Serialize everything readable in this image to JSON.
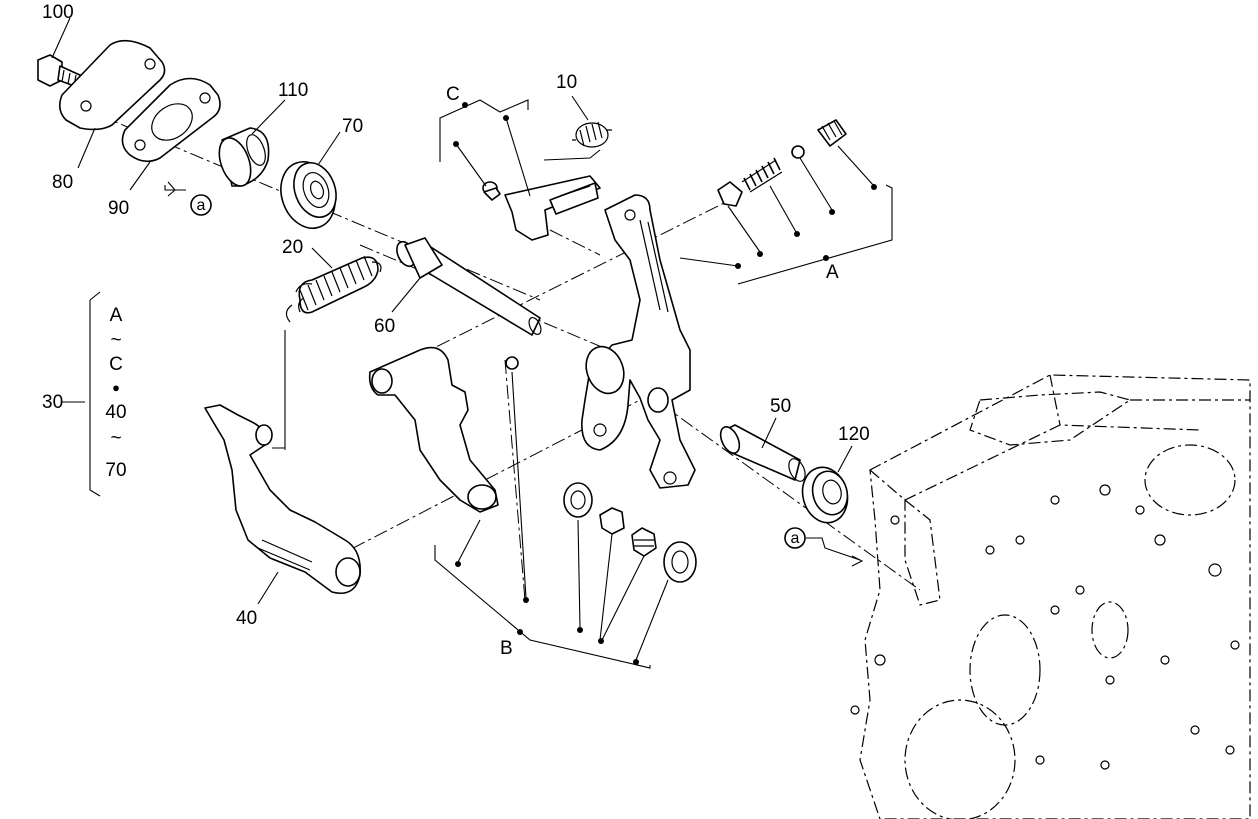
{
  "labels": {
    "p10": "10",
    "p20": "20",
    "p30": "30",
    "p40": "40",
    "p50": "50",
    "p60": "60",
    "p70": "70",
    "p80": "80",
    "p90": "90",
    "p100": "100",
    "p110": "110",
    "p120": "120",
    "groupA": "A",
    "groupB": "B",
    "groupC": "C",
    "callout_a": "a"
  },
  "group30": {
    "line1": "A",
    "tilde1": "~",
    "line2": "C",
    "bullet": "●",
    "line3": "40",
    "tilde2": "~",
    "line4": "70"
  }
}
